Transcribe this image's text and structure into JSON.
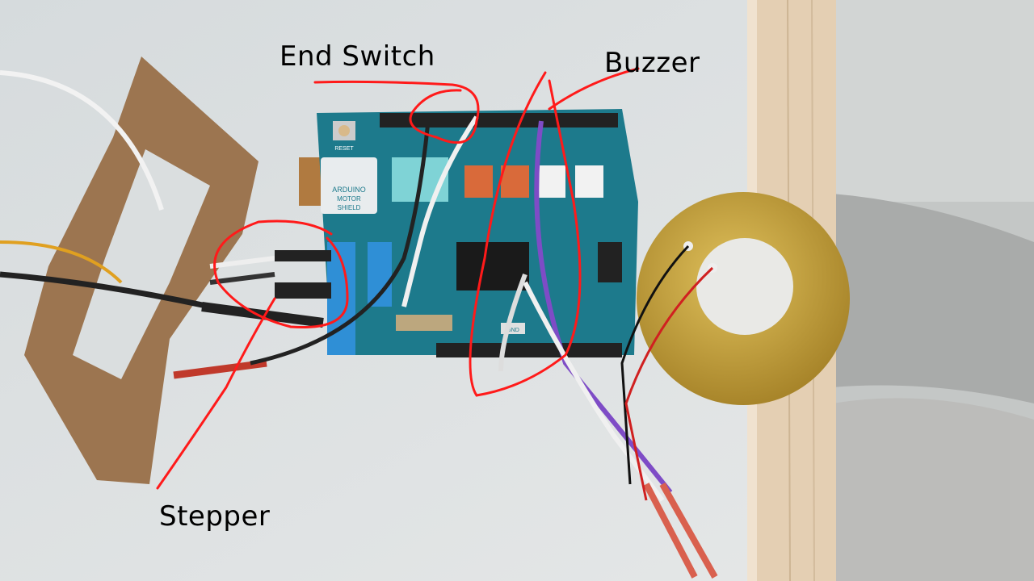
{
  "annotations": {
    "end_switch": "End Switch",
    "buzzer": "Buzzer",
    "stepper": "Stepper"
  },
  "board_print": {
    "brand": "ARDUINO",
    "line1": "MOTOR",
    "line2": "SHIELD",
    "reset": "RESET",
    "gnd": "GND"
  },
  "colors": {
    "annotation": "#ff1a1a",
    "board": "#1d7a8c",
    "brass": "#c9a43c",
    "cardboard": "#9c7550",
    "wood": "#e3cdb0",
    "wall": "#dadedf"
  }
}
